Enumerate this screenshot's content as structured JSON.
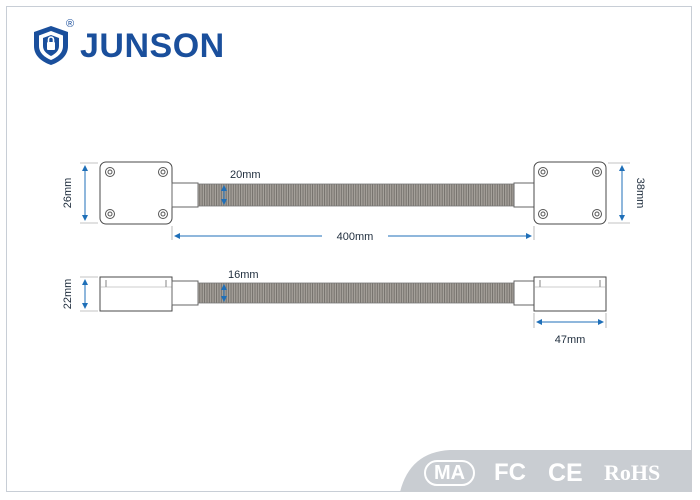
{
  "brand": {
    "name": "JUNSON",
    "registered": "®",
    "logo_color": "#1a4f9c"
  },
  "dimensions": {
    "top_view_height": "26mm",
    "tube_diameter_top": "20mm",
    "total_length": "400mm",
    "end_height_right": "38mm",
    "side_view_height": "22mm",
    "tube_diameter_side": "16mm",
    "end_length": "47mm"
  },
  "certifications": {
    "cma": "MA",
    "fc": "FC",
    "ce": "CE",
    "rohs": "RoHS"
  },
  "colors": {
    "accent_arrow": "#1f6fb8",
    "tube": "#8f8a84",
    "footer": "#c9cdd2"
  }
}
